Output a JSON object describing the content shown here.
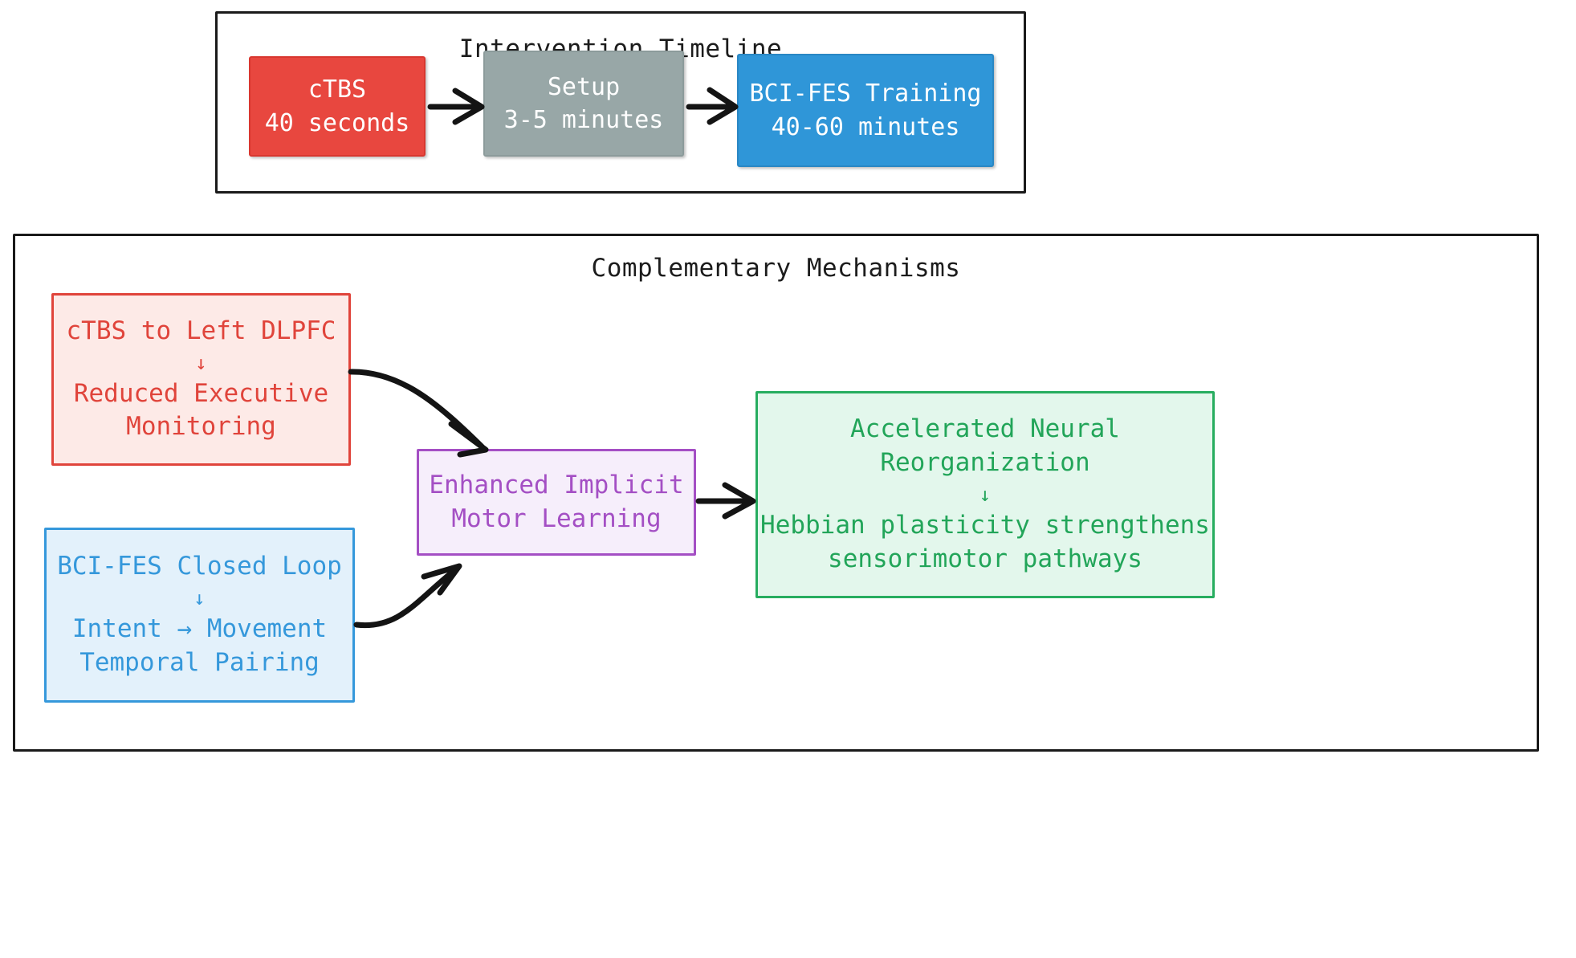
{
  "timeline": {
    "title": "Intervention Timeline",
    "nodes": [
      {
        "id": "ctbs",
        "line1": "cTBS",
        "line2": "40 seconds",
        "color": "#e8473f"
      },
      {
        "id": "setup",
        "line1": "Setup",
        "line2": "3-5 minutes",
        "color": "#98a7a7"
      },
      {
        "id": "bcifes",
        "line1": "BCI-FES Training",
        "line2": "40-60 minutes",
        "color": "#2f96d8"
      }
    ],
    "connectors": [
      "arrow-right-icon",
      "arrow-right-icon"
    ]
  },
  "mechanisms": {
    "title": "Complementary Mechanisms",
    "nodes": [
      {
        "id": "dlpfc",
        "line1": "cTBS to Left DLPFC",
        "arrow": "↓",
        "line2": "Reduced Executive",
        "line3": "Monitoring",
        "color": "#e0443b",
        "fill": "#fdeae7"
      },
      {
        "id": "closedloop",
        "line1": "BCI-FES Closed Loop",
        "arrow": "↓",
        "line2": "Intent → Movement",
        "line3": "Temporal Pairing",
        "color": "#3598db",
        "fill": "#e3f1fb"
      },
      {
        "id": "implicit",
        "line1": "Enhanced Implicit",
        "line2": "Motor Learning",
        "color": "#a44fc4",
        "fill": "#f6eefb"
      },
      {
        "id": "accel",
        "line1": "Accelerated Neural",
        "line2": "Reorganization",
        "arrow": "↓",
        "line3": "Hebbian plasticity strengthens",
        "line4": "sensorimotor pathways",
        "color": "#22a559",
        "fill": "#e3f7ec"
      }
    ],
    "connectors": [
      "curved-arrow-dlpfc-to-implicit",
      "curved-arrow-closedloop-to-implicit",
      "arrow-implicit-to-accel"
    ]
  },
  "colors": {
    "frame_stroke": "#1a1a1a",
    "edge_stroke": "#1a1a1a",
    "background": "#ffffff"
  }
}
